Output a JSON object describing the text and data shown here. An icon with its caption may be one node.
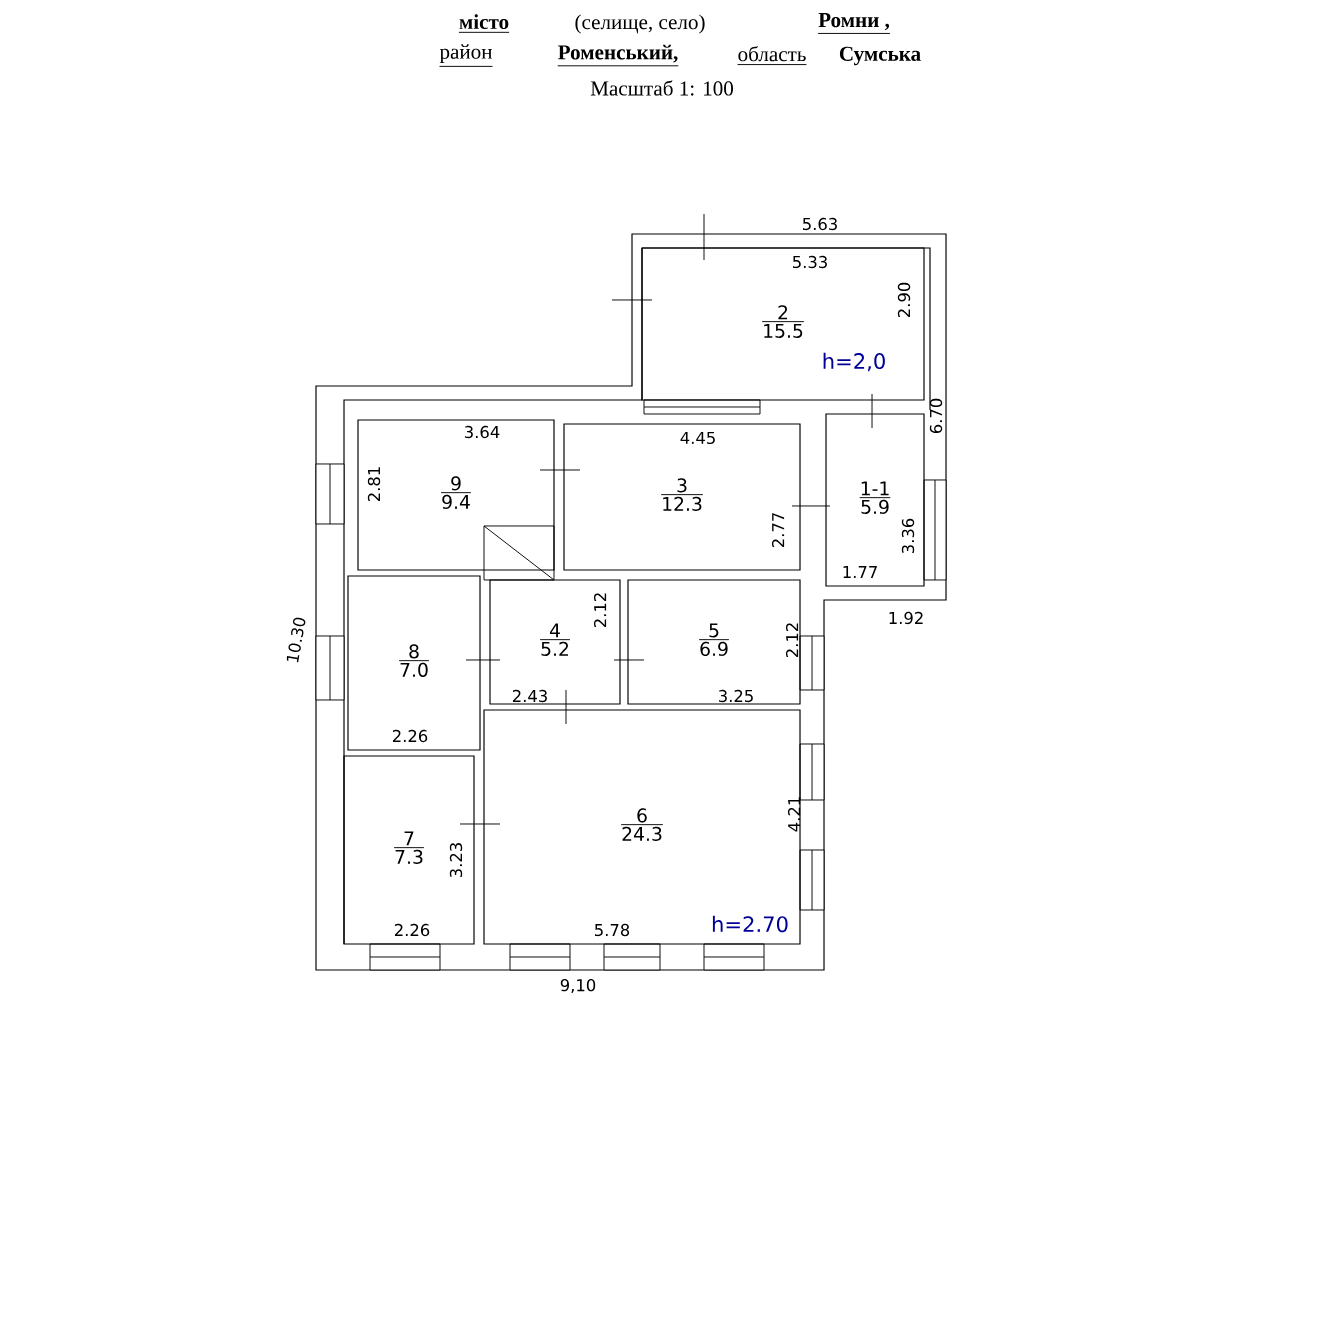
{
  "diagram": {
    "nodes": [
      {
        "text": [
          "2",
          "15.5"
        ]
      },
      {
        "text": [
          "9",
          "9.4"
        ]
      },
      {
        "text": [
          "3",
          "12.3"
        ]
      },
      {
        "text": [
          "1-1",
          "5.9"
        ]
      },
      {
        "text": [
          "8",
          "7.0"
        ]
      },
      {
        "text": [
          "4",
          "5.2"
        ]
      },
      {
        "text": [
          "5",
          "6.9"
        ]
      },
      {
        "text": [
          "6",
          "24.3"
        ]
      },
      {
        "text": [
          "7",
          "7.3"
        ]
      }
    ],
    "labels": [
      "місто",
      "(селище, село)",
      "Ромни ,",
      "район",
      "Роменський,",
      "область",
      "Сумська",
      "Масштаб 1: 100",
      "5.63",
      "5.33",
      "2.90",
      "h=2,0",
      "6.70",
      "3.64",
      "4.45",
      "2.81",
      "2.77",
      "3.36",
      "1.77",
      "1.92",
      "2.12",
      "2.12",
      "10.30",
      "2.43",
      "3.25",
      "2.26",
      "4.21",
      "3.23",
      "2.26",
      "5.78",
      "h=2.70",
      "9,10"
    ]
  }
}
